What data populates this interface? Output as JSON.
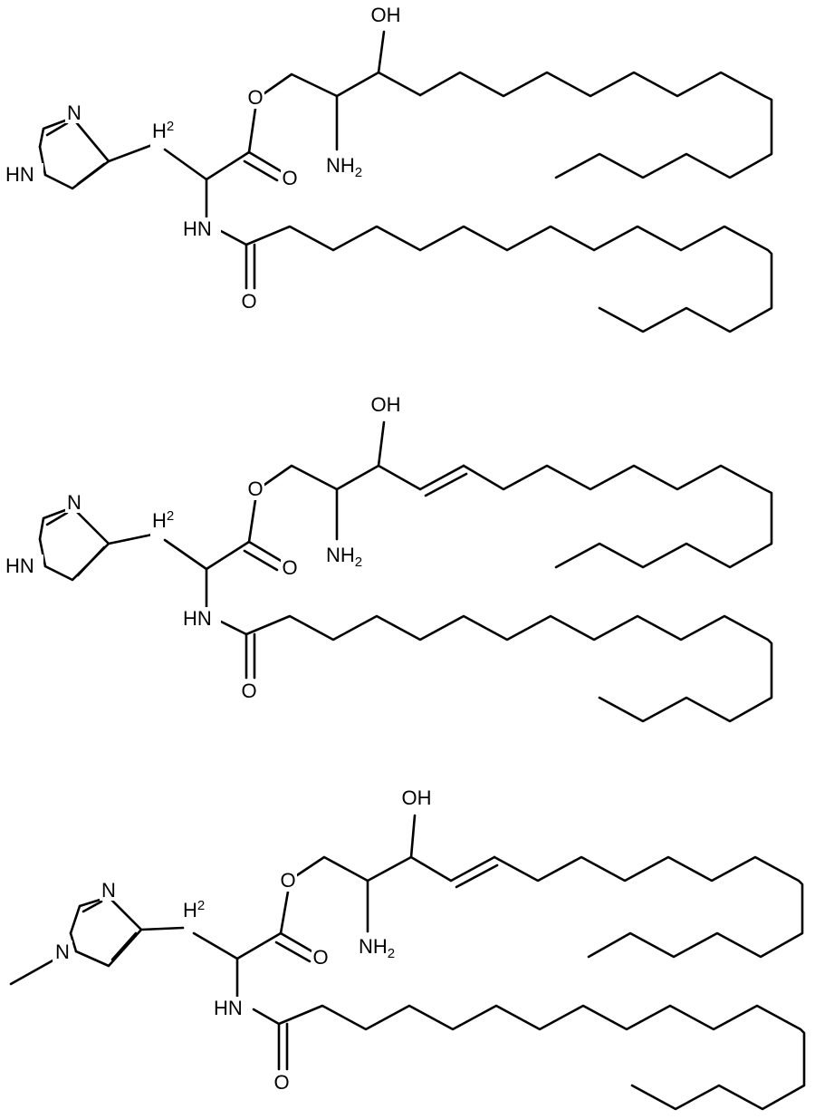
{
  "molecules": [
    {
      "labels": {
        "oh": "OH",
        "ester_o": "O",
        "carbonyl_o": "O",
        "nh2": "NH",
        "nh2_sub": "2",
        "ch2": "H",
        "ch2_sub": "2",
        "ring_n": "N",
        "ring_hn": "HN",
        "amide_hn": "HN",
        "amide_o": "O"
      }
    },
    {
      "labels": {
        "oh": "OH",
        "ester_o": "O",
        "carbonyl_o": "O",
        "nh2": "NH",
        "nh2_sub": "2",
        "ch2": "H",
        "ch2_sub": "2",
        "ring_n": "N",
        "ring_hn": "HN",
        "amide_hn": "HN",
        "amide_o": "O"
      }
    },
    {
      "labels": {
        "oh": "OH",
        "ester_o": "O",
        "carbonyl_o": "O",
        "nh2": "NH",
        "nh2_sub": "2",
        "ch2": "H",
        "ch2_sub": "2",
        "ring_n": "N",
        "ring_n_methyl": "N",
        "amide_hn": "HN",
        "amide_o": "O"
      }
    }
  ]
}
